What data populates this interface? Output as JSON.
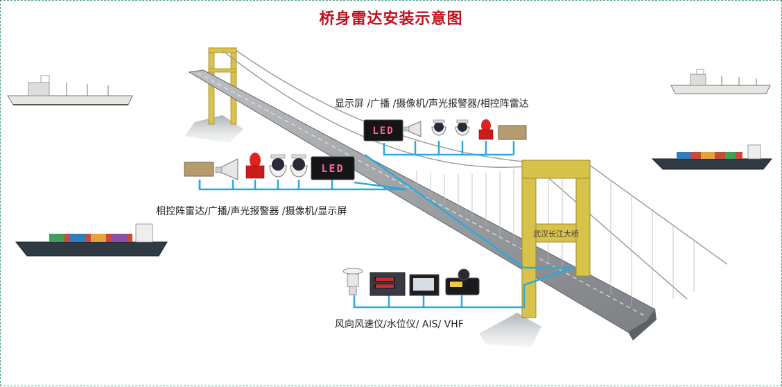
{
  "title": "桥身雷达安装示意图",
  "groups": {
    "upper_right": {
      "caption": "显示屏 /广播 /摄像机/声光报警器/相控阵雷达"
    },
    "left": {
      "caption": "相控阵雷达/广播/声光报警器 /摄像机/显示屏"
    },
    "bottom": {
      "caption": "风向风速仪/水位仪/ AIS/ VHF"
    }
  },
  "devices": {
    "led_text": "LED",
    "tower_plaque": "武汉长江大桥"
  },
  "colors": {
    "title": "#c0101c",
    "connector": "#29a9e0",
    "tower": "#d9c24a",
    "deck": "#8c8f93"
  }
}
